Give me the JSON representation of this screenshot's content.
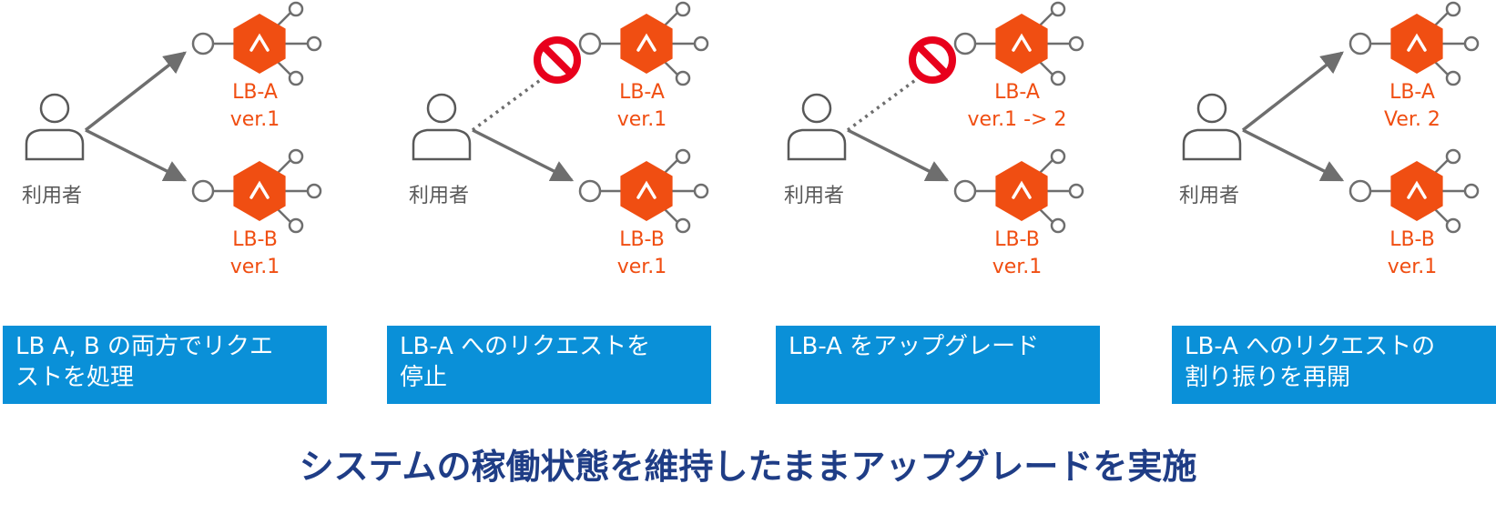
{
  "panels": [
    {
      "user_label": "利用者",
      "top": {
        "name": "LB-A",
        "version": "ver.1",
        "blocked": false
      },
      "bottom": {
        "name": "LB-B",
        "version": "ver.1",
        "blocked": false
      },
      "caption": [
        "LB A, B の両方でリクエ",
        "ストを処理"
      ]
    },
    {
      "user_label": "利用者",
      "top": {
        "name": "LB-A",
        "version": "ver.1",
        "blocked": true
      },
      "bottom": {
        "name": "LB-B",
        "version": "ver.1",
        "blocked": false
      },
      "caption": [
        "LB-A へのリクエストを",
        "停止"
      ]
    },
    {
      "user_label": "利用者",
      "top": {
        "name": "LB-A",
        "version": "ver.1 -> 2",
        "blocked": true
      },
      "bottom": {
        "name": "LB-B",
        "version": "ver.1",
        "blocked": false
      },
      "caption": [
        "LB-A をアップグレード"
      ]
    },
    {
      "user_label": "利用者",
      "top": {
        "name": "LB-A",
        "version": "Ver. 2",
        "blocked": false
      },
      "bottom": {
        "name": "LB-B",
        "version": "ver.1",
        "blocked": false
      },
      "caption": [
        "LB-A へのリクエストの",
        "割り振りを再開"
      ]
    }
  ],
  "summary": "システムの稼働状態を維持したままアップグレードを実施",
  "colors": {
    "accent": "#f04e12",
    "arrow": "#6e6e6e",
    "caption_bg": "#0a90d8",
    "summary_text": "#1f3d86",
    "blocked": "#e8001c"
  }
}
